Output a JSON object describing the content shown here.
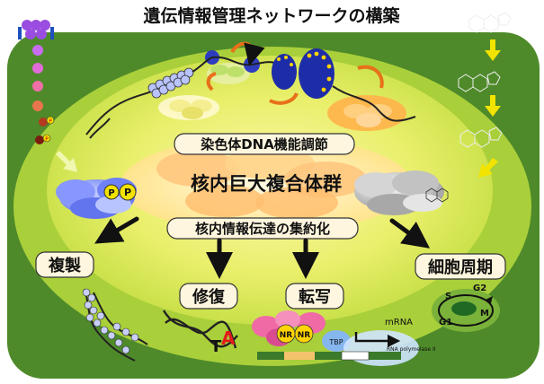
{
  "title": "遺伝情報管理ネットワークの構築",
  "labels": {
    "chromatin": "染色体DNA機能調節",
    "core": "核内巨大複合体群",
    "signal": "核内情報伝達の集約化",
    "replication": "複製",
    "repair": "修復",
    "transcription": "転写",
    "cell_cycle": "細胞周期"
  },
  "phospho": {
    "p1": "P",
    "p2": "P",
    "small": "P"
  },
  "repair_letters": {
    "t": "T",
    "a": "A"
  },
  "transcription": {
    "nr1": "NR",
    "nr2": "NR",
    "tbp": "TBP",
    "mrna": "mRNA",
    "polymerase": "RNA polymelase II"
  },
  "cell_cycle_phases": {
    "s": "S",
    "g2": "G2",
    "g1": "G1",
    "m": "M"
  },
  "colors": {
    "background": "#ffffff",
    "cell_outer": "#4e8a2a",
    "cell_inner": "#b9d84a",
    "nucleus": "#d7e85a",
    "core": "#ffe98a",
    "arrow_dark": "#111111",
    "arrow_yellow": "#f2e300",
    "label_box": "#fff6df",
    "phospho": "#e8d000",
    "red_letter": "#e21b1b"
  }
}
